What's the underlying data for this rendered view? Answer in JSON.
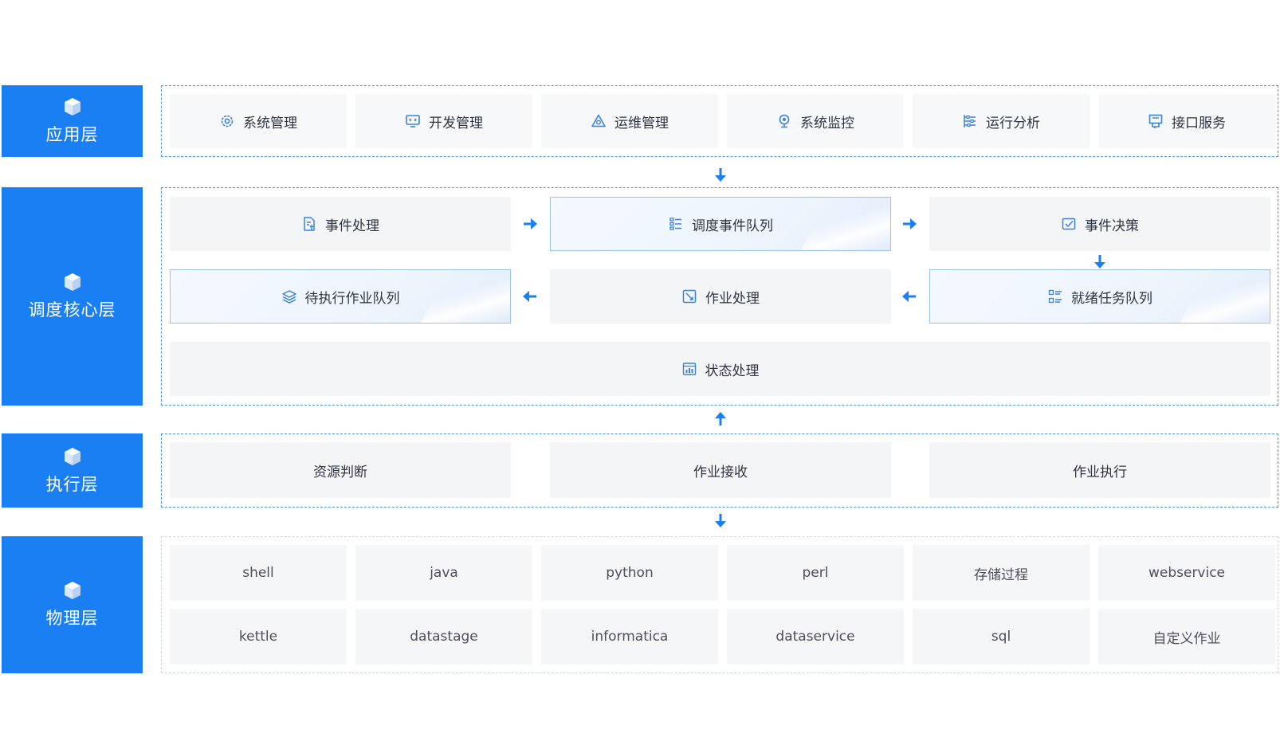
{
  "layers": {
    "app": "应用层",
    "core": "调度核心层",
    "exec": "执行层",
    "phys": "物理层"
  },
  "app_items": [
    {
      "label": "系统管理",
      "icon": "gear-icon"
    },
    {
      "label": "开发管理",
      "icon": "code-monitor-icon"
    },
    {
      "label": "运维管理",
      "icon": "triangle-icon"
    },
    {
      "label": "系统监控",
      "icon": "location-pin-icon"
    },
    {
      "label": "运行分析",
      "icon": "sliders-icon"
    },
    {
      "label": "接口服务",
      "icon": "interface-icon"
    }
  ],
  "core": {
    "event_handle": "事件处理",
    "event_queue": "调度事件队列",
    "event_decision": "事件决策",
    "pending_queue": "待执行作业队列",
    "job_handle": "作业处理",
    "ready_queue": "就绪任务队列",
    "state_handle": "状态处理"
  },
  "exec_items": [
    "资源判断",
    "作业接收",
    "作业执行"
  ],
  "phys_items": [
    "shell",
    "java",
    "python",
    "perl",
    "存储过程",
    "webservice",
    "kettle",
    "datastage",
    "informatica",
    "dataservice",
    "sql",
    "自定义作业"
  ],
  "colors": {
    "accent": "#1a7ff2",
    "dashed_border": "#4a95e8",
    "cell_bg": "#f4f5f7"
  }
}
